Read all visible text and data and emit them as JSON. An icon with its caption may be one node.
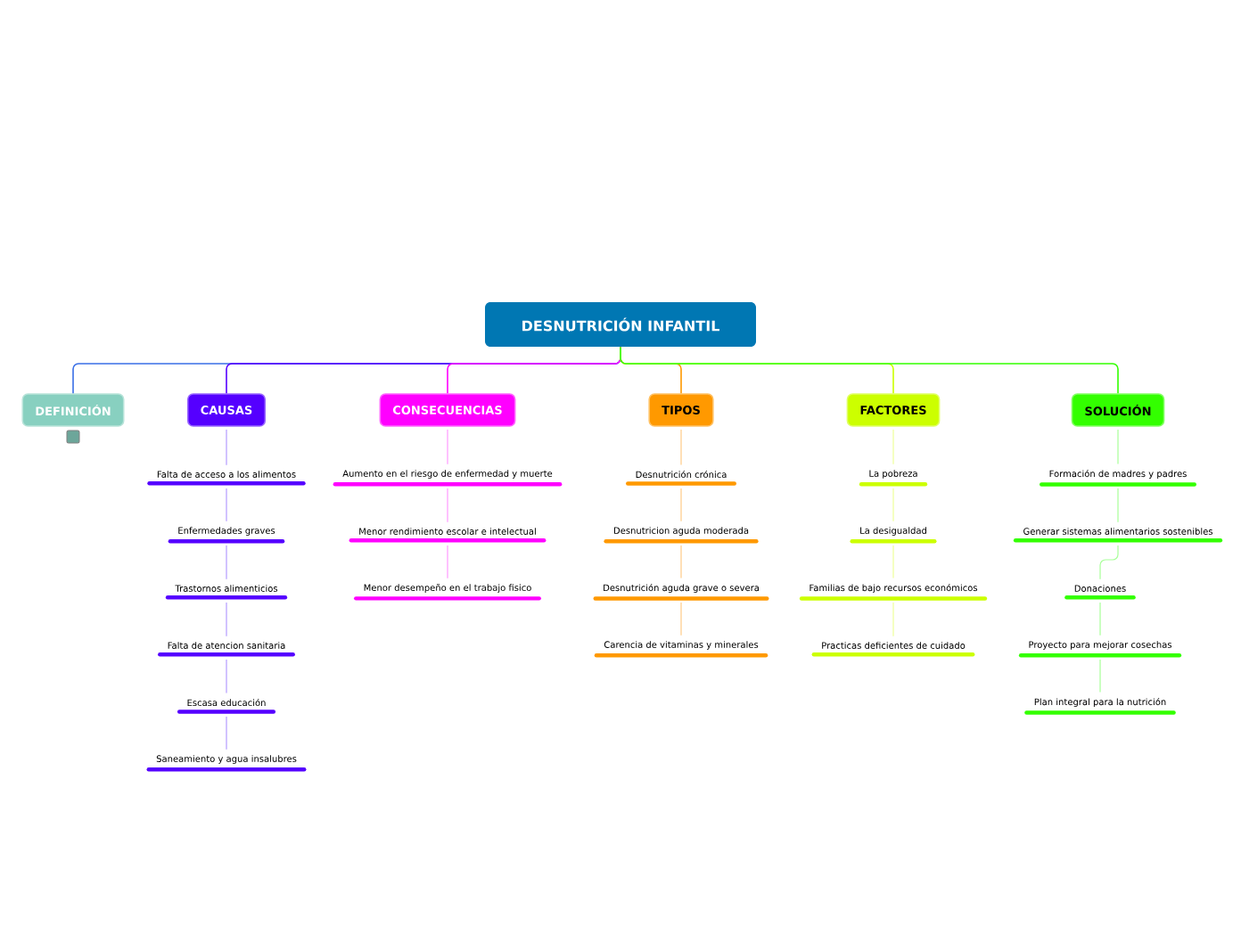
{
  "diagram": {
    "nodes": [
      {
        "text": [
          "DESNUTRICIÓN INFANTIL"
        ]
      },
      {
        "text": [
          "DEFINICIÓN"
        ]
      },
      {
        "text": [
          "CAUSAS"
        ]
      },
      {
        "text": [
          "CONSECUENCIAS"
        ]
      },
      {
        "text": [
          "TIPOS"
        ]
      },
      {
        "text": [
          "FACTORES"
        ]
      },
      {
        "text": [
          "SOLUCIÓN"
        ]
      },
      {
        "text": [
          "Falta de acceso a los alimentos"
        ]
      },
      {
        "text": [
          "Enfermedades graves"
        ]
      },
      {
        "text": [
          "Trastornos alimenticios"
        ]
      },
      {
        "text": [
          "Falta de atencion sanitaria"
        ]
      },
      {
        "text": [
          "Escasa educación"
        ]
      },
      {
        "text": [
          "Saneamiento y agua insalubres"
        ]
      },
      {
        "text": [
          "Aumento en el riesgo de enfermedad y muerte"
        ]
      },
      {
        "text": [
          "Menor rendimiento escolar e intelectual"
        ]
      },
      {
        "text": [
          "Menor desempeño en el trabajo fisico"
        ]
      },
      {
        "text": [
          "Desnutrición crónica"
        ]
      },
      {
        "text": [
          "Desnutricion aguda moderada"
        ]
      },
      {
        "text": [
          "Desnutrición aguda grave o severa"
        ]
      },
      {
        "text": [
          "Carencia de vitaminas y minerales"
        ]
      },
      {
        "text": [
          "La pobreza"
        ]
      },
      {
        "text": [
          "La desigualdad"
        ]
      },
      {
        "text": [
          "Familias de bajo recursos económicos"
        ]
      },
      {
        "text": [
          "Practicas deficientes de cuidado"
        ]
      },
      {
        "text": [
          "Formación de madres y padres"
        ]
      },
      {
        "text": [
          "Generar sistemas alimentarios sostenibles"
        ]
      },
      {
        "text": [
          "Donaciones"
        ]
      },
      {
        "text": [
          "Proyecto para mejorar cosechas"
        ]
      },
      {
        "text": [
          "Plan integral para la nutrición"
        ]
      }
    ],
    "edges": [
      {
        "from": 0,
        "to": 1,
        "arrow": "none",
        "color": "#3a6fe6"
      },
      {
        "from": 0,
        "to": 2,
        "arrow": "none",
        "color": "#5500ff"
      },
      {
        "from": 0,
        "to": 3,
        "arrow": "none",
        "color": "#ff00ff"
      },
      {
        "from": 0,
        "to": 4,
        "arrow": "none",
        "color": "#ff9900"
      },
      {
        "from": 0,
        "to": 5,
        "arrow": "none",
        "color": "#ccff00"
      },
      {
        "from": 0,
        "to": 6,
        "arrow": "none",
        "color": "#33ff00"
      },
      {
        "from": 2,
        "to": 7,
        "arrow": "none",
        "color": "#b49bff"
      },
      {
        "from": 7,
        "to": 8,
        "arrow": "none",
        "color": "#b49bff"
      },
      {
        "from": 8,
        "to": 9,
        "arrow": "none",
        "color": "#b49bff"
      },
      {
        "from": 9,
        "to": 10,
        "arrow": "none",
        "color": "#b49bff"
      },
      {
        "from": 10,
        "to": 11,
        "arrow": "none",
        "color": "#b49bff"
      },
      {
        "from": 11,
        "to": 12,
        "arrow": "none",
        "color": "#b49bff"
      },
      {
        "from": 3,
        "to": 13,
        "arrow": "none",
        "color": "#ff99ff"
      },
      {
        "from": 13,
        "to": 14,
        "arrow": "none",
        "color": "#ff99ff"
      },
      {
        "from": 14,
        "to": 15,
        "arrow": "none",
        "color": "#ff99ff"
      },
      {
        "from": 4,
        "to": 16,
        "arrow": "none",
        "color": "#ffcc88"
      },
      {
        "from": 16,
        "to": 17,
        "arrow": "none",
        "color": "#ffcc88"
      },
      {
        "from": 17,
        "to": 18,
        "arrow": "none",
        "color": "#ffcc88"
      },
      {
        "from": 18,
        "to": 19,
        "arrow": "none",
        "color": "#ffcc88"
      },
      {
        "from": 5,
        "to": 20,
        "arrow": "none",
        "color": "#eeff99"
      },
      {
        "from": 20,
        "to": 21,
        "arrow": "none",
        "color": "#eeff99"
      },
      {
        "from": 21,
        "to": 22,
        "arrow": "none",
        "color": "#eeff99"
      },
      {
        "from": 22,
        "to": 23,
        "arrow": "none",
        "color": "#eeff99"
      },
      {
        "from": 6,
        "to": 24,
        "arrow": "none",
        "color": "#a8ff99"
      },
      {
        "from": 24,
        "to": 25,
        "arrow": "none",
        "color": "#a8ff99"
      },
      {
        "from": 25,
        "to": 26,
        "arrow": "none",
        "color": "#a8ff99"
      },
      {
        "from": 26,
        "to": 27,
        "arrow": "none",
        "color": "#a8ff99"
      },
      {
        "from": 27,
        "to": 28,
        "arrow": "none",
        "color": "#a8ff99"
      }
    ]
  }
}
